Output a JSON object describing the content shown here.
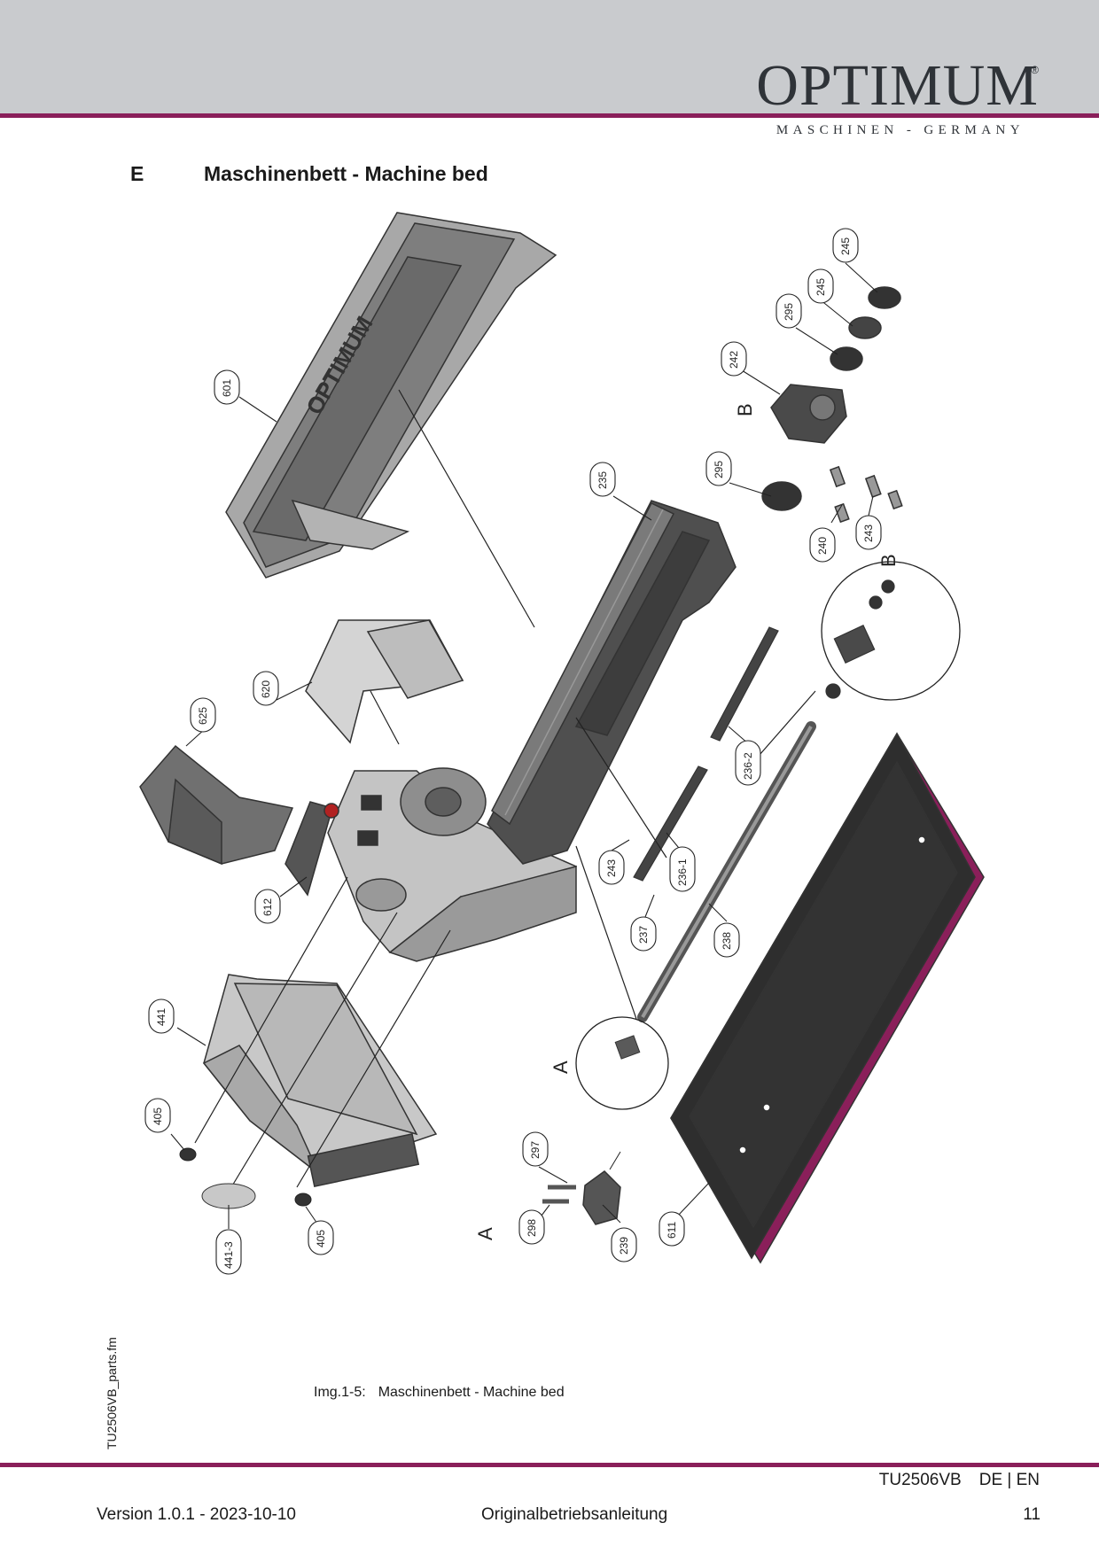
{
  "header": {
    "logo_word": "OPTIMUM",
    "logo_reg": "®",
    "logo_sub": "MASCHINEN - GERMANY",
    "accent_color": "#8a1f5a",
    "band_color": "#c9cbce"
  },
  "section": {
    "letter": "E",
    "title": "Maschinenbett - Machine bed"
  },
  "drawing": {
    "brand_on_cover": "OPTIMUM",
    "detail_label_a": "A",
    "detail_label_b": "B",
    "callouts": [
      "601",
      "620",
      "625",
      "612",
      "441",
      "405",
      "441-3",
      "405",
      "235",
      "236-2",
      "236-1",
      "243",
      "237",
      "238",
      "297",
      "298",
      "239",
      "611",
      "245",
      "245",
      "295",
      "242",
      "295",
      "240",
      "243"
    ]
  },
  "side_file": "TU2506VB_parts.fm",
  "caption": {
    "number": "Img.1-5:",
    "text": "Maschinenbett - Machine bed"
  },
  "footer": {
    "model": "TU2506VB",
    "languages": "DE | EN",
    "version": "Version 1.0.1 - 2023-10-10",
    "doc_type": "Originalbetriebsanleitung",
    "page": "11"
  }
}
